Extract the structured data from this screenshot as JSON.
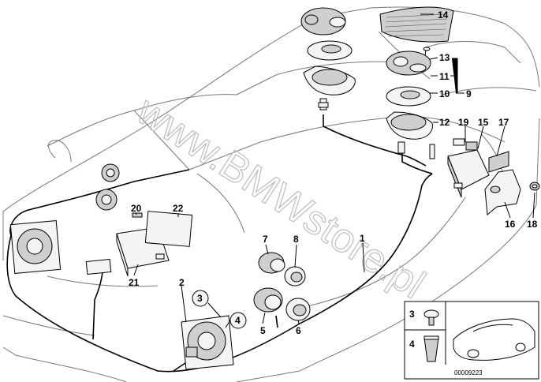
{
  "diagram": {
    "watermark": "www.BMWstore.pl",
    "catalog_number": "00009223",
    "callouts": {
      "n1": "1",
      "n2": "2",
      "n3": "3",
      "n4": "4",
      "n5": "5",
      "n6": "6",
      "n7": "7",
      "n8": "8",
      "n9": "9",
      "n10": "10",
      "n11": "11",
      "n12": "12",
      "n13": "13",
      "n14": "14",
      "n15": "15",
      "n16": "16",
      "n17": "17",
      "n18": "18",
      "n19": "19",
      "n20": "20",
      "n21": "21",
      "n22": "22"
    },
    "legend": {
      "item_a": "3",
      "item_b": "4"
    }
  }
}
